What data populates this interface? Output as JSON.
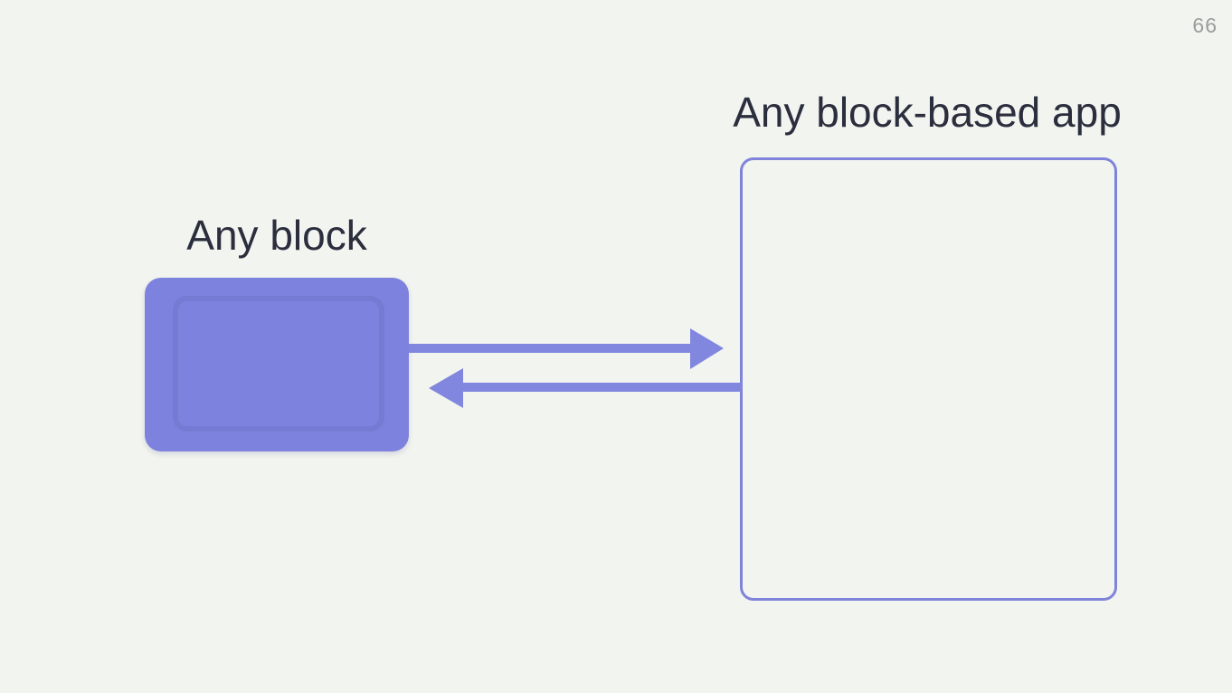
{
  "slide": {
    "page_number": "66",
    "background": "#f2f4ef"
  },
  "diagram": {
    "block": {
      "label": "Any block"
    },
    "app_box": {
      "label": "Any block-based app"
    },
    "arrows": [
      {
        "name": "block-to-app",
        "direction": "right"
      },
      {
        "name": "app-to-block",
        "direction": "left"
      }
    ]
  },
  "colors": {
    "heading_text": "#2a2e3d",
    "page_number_text": "#9c9c9a",
    "block_fill": "#7d82de",
    "app_box_border": "#7f84da",
    "arrow": "#8186de"
  }
}
